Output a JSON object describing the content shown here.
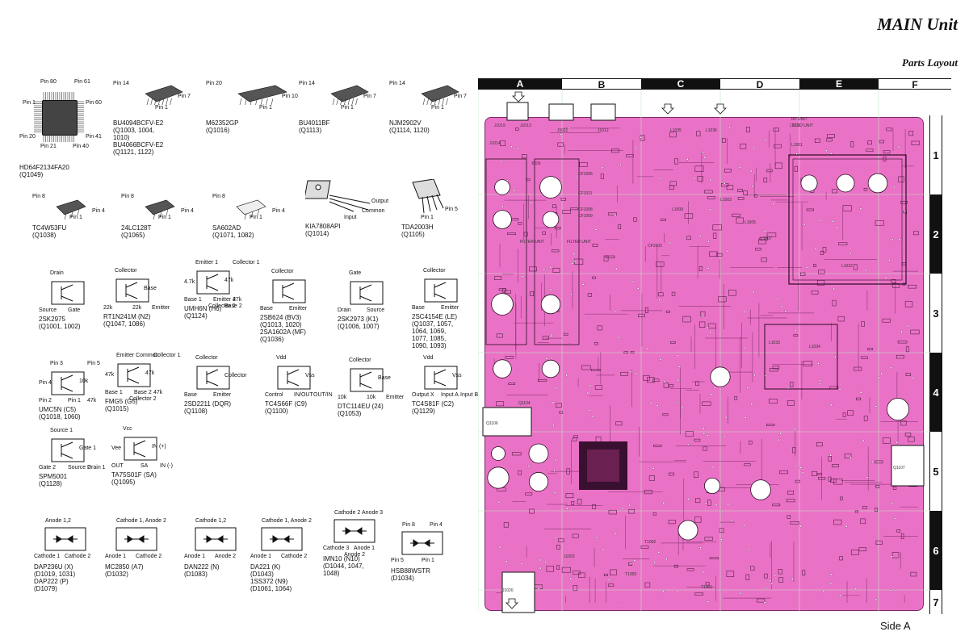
{
  "header": {
    "title": "MAIN Unit",
    "subtitle": "Parts Layout",
    "side_label": "Side A"
  },
  "parts": [
    {
      "id": "hd64",
      "name": "HD64F2134FA20\n(Q1049)",
      "pins": [
        "Pin 80",
        "Pin 61",
        "Pin 1",
        "Pin 60",
        "Pin 20",
        "Pin 41",
        "Pin 21",
        "Pin 40"
      ]
    },
    {
      "id": "bu4094",
      "name": "BU4094BCFV-E2\n(Q1003, 1004,\n1010)\nBU4066BCFV-E2\n(Q1121, 1122)",
      "pins": [
        "Pin 14",
        "Pin 7",
        "Pin 1"
      ]
    },
    {
      "id": "m62352",
      "name": "M62352GP\n(Q1016)",
      "pins": [
        "Pin 20",
        "Pin 10",
        "Pin 1"
      ]
    },
    {
      "id": "bu4011",
      "name": "BU4011BF\n(Q1113)",
      "pins": [
        "Pin 14",
        "Pin 7",
        "Pin 1"
      ]
    },
    {
      "id": "njm2902",
      "name": "NJM2902V\n(Q1114, 1120)",
      "pins": [
        "Pin 14",
        "Pin 7",
        "Pin 1"
      ]
    },
    {
      "id": "tc4w53",
      "name": "TC4W53FU\n(Q1038)",
      "pins": [
        "Pin 8",
        "Pin 4",
        "Pin 1"
      ]
    },
    {
      "id": "24lc128",
      "name": "24LC128T\n(Q1065)",
      "pins": [
        "Pin 8",
        "Pin 4",
        "Pin 1"
      ]
    },
    {
      "id": "sa602",
      "name": "SA602AD\n(Q1071, 1082)",
      "pins": [
        "Pin 8",
        "Pin 4",
        "Pin 1"
      ]
    },
    {
      "id": "kia7808",
      "name": "KIA7808API\n(Q1014)",
      "pins": [
        "Output",
        "Common",
        "Input"
      ]
    },
    {
      "id": "tda2003",
      "name": "TDA2003H\n(Q1105)",
      "pins": [
        "Pin 5",
        "Pin 1"
      ]
    },
    {
      "id": "2sk2975",
      "name": "2SK2975\n(Q1001, 1002)",
      "pins": [
        "Drain",
        "Source",
        "Gate"
      ]
    },
    {
      "id": "rt1n241m",
      "name": "RT1N241M (N2)\n(Q1047, 1086)",
      "pins": [
        "Collector",
        "22k",
        "22k",
        "Base",
        "Emitter"
      ]
    },
    {
      "id": "umh6n",
      "name": "UMH6N (H6)\n(Q1124)",
      "pins": [
        "Emitter 1",
        "Base 1",
        "Emitter 2",
        "47k",
        "47k",
        "4.7k",
        "Collector 1",
        "Collector 2",
        "Base 2"
      ]
    },
    {
      "id": "2sb624",
      "name": "2SB624 (BV3)\n(Q1013, 1020)\n2SA1602A (MF)\n(Q1036)",
      "pins": [
        "Collector",
        "Base",
        "Emitter"
      ]
    },
    {
      "id": "2sk2973",
      "name": "2SK2973 (K1)\n(Q1006, 1007)",
      "pins": [
        "Gate",
        "Drain",
        "Source"
      ]
    },
    {
      "id": "2sc4154e",
      "name": "2SC4154E (LE)\n(Q1037, 1057,\n1064, 1069,\n1077, 1085,\n1090, 1093)",
      "pins": [
        "Collector",
        "Base",
        "Emitter"
      ]
    },
    {
      "id": "umc5n",
      "name": "UMC5N (C5)\n(Q1018, 1060)",
      "pins": [
        "Pin 3",
        "Pin 2",
        "Pin 1",
        "10k",
        "47k",
        "Pin 4",
        "Pin 5"
      ]
    },
    {
      "id": "fmg5",
      "name": "FMG5 (G5)\n(Q1015)",
      "pins": [
        "Emitter Common",
        "Base 1",
        "Base 2",
        "47k",
        "47k",
        "47k",
        "Collector 1",
        "Collector 2"
      ]
    },
    {
      "id": "2sd2211",
      "name": "2SD2211 (DQR)\n(Q1108)",
      "pins": [
        "Collector",
        "Base",
        "Emitter",
        "Collector"
      ]
    },
    {
      "id": "tc4s66f",
      "name": "TC4S66F (C9)\n(Q1100)",
      "pins": [
        "Vdd",
        "Control",
        "IN/OUT",
        "Vss",
        "OUT/IN"
      ]
    },
    {
      "id": "dtc114eu",
      "name": "DTC114EU (24)\n(Q1053)",
      "pins": [
        "Collector",
        "10k",
        "10k",
        "Base",
        "Emitter"
      ]
    },
    {
      "id": "tc4s81f",
      "name": "TC4S81F (C2)\n(Q1129)",
      "pins": [
        "Vdd",
        "Output X",
        "Input A",
        "Vss",
        "Input B"
      ]
    },
    {
      "id": "spm5001",
      "name": "SPM5001\n(Q1128)",
      "pins": [
        "Source 1",
        "Gate 2",
        "Source 2",
        "Gate 1",
        "Drain 1"
      ]
    },
    {
      "id": "ta75s01f",
      "name": "TA75S01F (SA)\n(Q1095)",
      "pins": [
        "Vcc",
        "OUT",
        "SA",
        "IN (+)",
        "IN (-)",
        "Vee"
      ]
    },
    {
      "id": "dap236u",
      "name": "DAP236U (X)\n(D1019, 1031)\nDAP222 (P)\n(D1079)",
      "pins": [
        "Anode 1,2",
        "Cathode 1",
        "Cathode 2"
      ]
    },
    {
      "id": "mc2850",
      "name": "MC2850 (A7)\n(D1032)",
      "pins": [
        "Cathode 1, Anode 2",
        "Anode 1",
        "Cathode 2"
      ]
    },
    {
      "id": "dan222",
      "name": "DAN222 (N)\n(D1083)",
      "pins": [
        "Cathode 1,2",
        "Anode 1",
        "Anode 2"
      ]
    },
    {
      "id": "da221",
      "name": "DA221 (K)\n(D1043)\n1SS372 (N9)\n(D1061, 1064)",
      "pins": [
        "Cathode 1, Anode 2",
        "Anode 1",
        "Cathode 2"
      ]
    },
    {
      "id": "imn10",
      "name": "IMN10 (N10)\n(D1044, 1047,\n1048)",
      "pins": [
        "Cathode 2",
        "Cathode 3",
        "Anode 1",
        "Anode 3",
        "Anode 2"
      ]
    },
    {
      "id": "hsb88ws",
      "name": "HSB88WSTR\n(D1034)",
      "pins": [
        "Pin 8",
        "Pin 5",
        "Pin 1",
        "Pin 4"
      ]
    }
  ],
  "board": {
    "columns": [
      "A",
      "B",
      "C",
      "D",
      "E",
      "F"
    ],
    "rows": [
      "1",
      "2",
      "3",
      "4",
      "5",
      "6",
      "7"
    ],
    "labels": [
      "J1019",
      "J1014",
      "J1013",
      "J1011",
      "J1012",
      "L1035",
      "L1036",
      "L1031",
      "FILTER UNIT",
      "FILTER UNIT",
      "CF1005",
      "CF1011",
      "CF1008",
      "CF1009",
      "CF1002",
      "Q1106",
      "Q1104",
      "Q1107",
      "J1026",
      "J1002",
      "T1003",
      "T1002",
      "T1001",
      "L1033",
      "L1034",
      "L1022",
      "L1009",
      "L1003",
      "L1005",
      "L1007",
      "RF UNIT",
      "TCXO UNIT",
      "L1001"
    ],
    "colors": {
      "pcb": "#ea72c6",
      "outline": "#7a2b66"
    }
  }
}
